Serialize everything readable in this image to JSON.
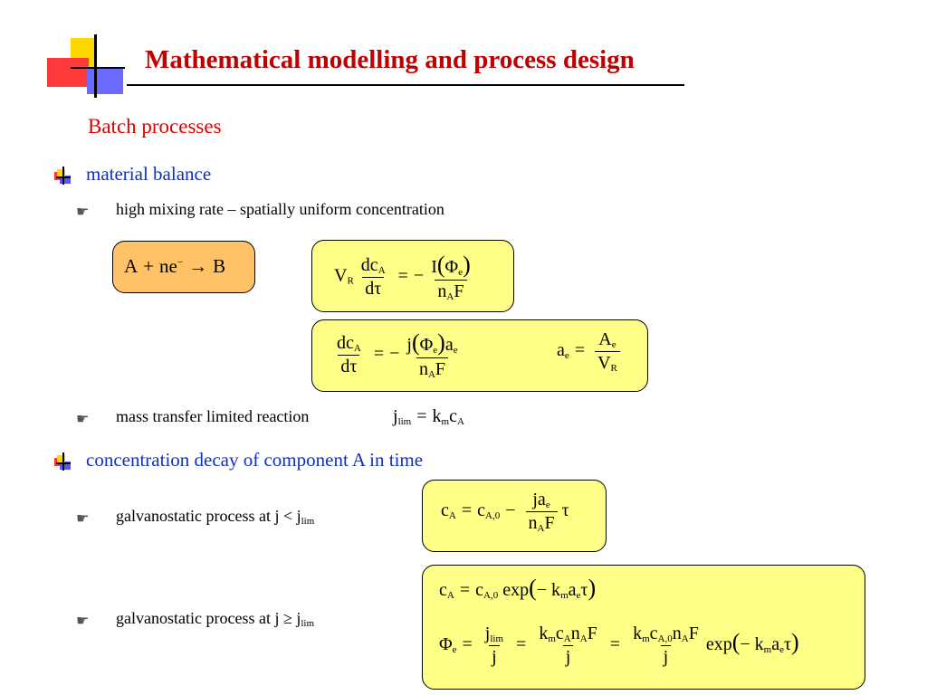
{
  "title": "Mathematical modelling and process design",
  "subtitle": "Batch processes",
  "sections": [
    {
      "label": "material balance",
      "items": [
        "high mixing rate – spatially uniform concentration",
        "mass transfer limited reaction"
      ]
    },
    {
      "label": "concentration decay of component A in time",
      "items": [
        "galvanostatic process at j < j",
        "galvanostatic process at j ≥ j"
      ]
    }
  ],
  "sub_lim": "lim",
  "colors": {
    "title": "#c00000",
    "subtitle": "#e00000",
    "section": "#1030c0",
    "box_yellow": "#ffff88",
    "box_orange": "#ffc266"
  }
}
